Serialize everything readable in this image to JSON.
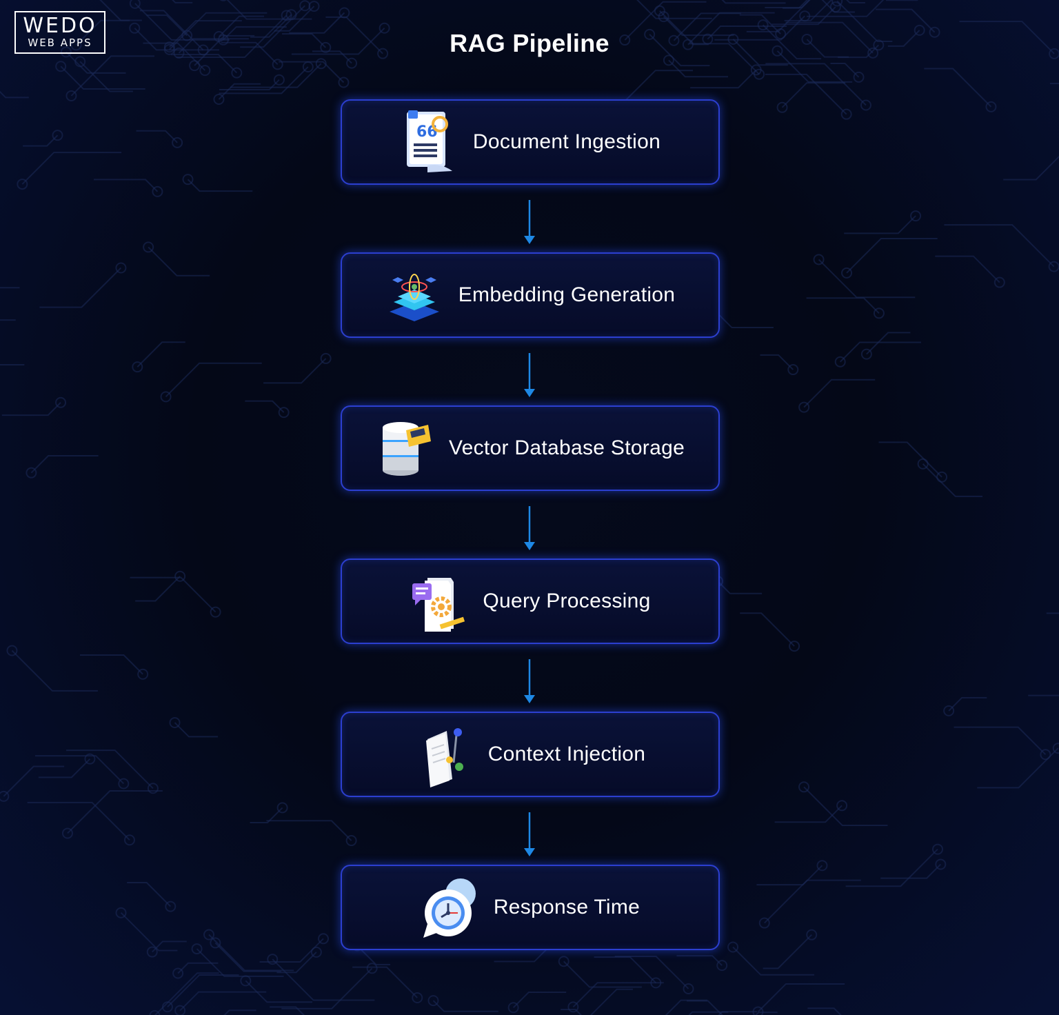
{
  "logo": {
    "line1": "WEDO",
    "line2": "WEB APPS"
  },
  "title": "RAG Pipeline",
  "steps": [
    {
      "label": "Document Ingestion",
      "icon": "document-icon"
    },
    {
      "label": "Embedding Generation",
      "icon": "embedding-chip-icon"
    },
    {
      "label": "Vector Database Storage",
      "icon": "database-icon"
    },
    {
      "label": "Query Processing",
      "icon": "query-gear-icon"
    },
    {
      "label": "Context Injection",
      "icon": "context-document-icon"
    },
    {
      "label": "Response Time",
      "icon": "clock-chat-icon"
    }
  ],
  "colors": {
    "card_border": "#2c3fd0",
    "arrow": "#1e88e5",
    "text": "#ffffff"
  }
}
